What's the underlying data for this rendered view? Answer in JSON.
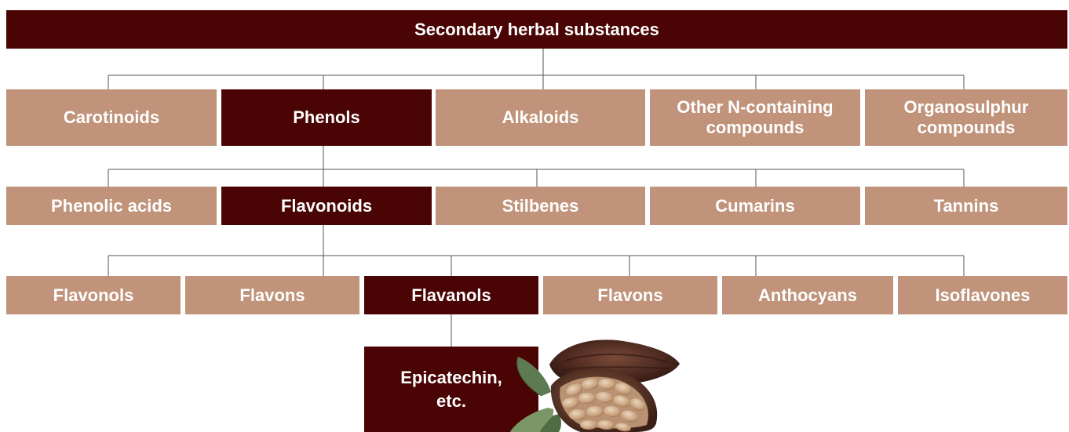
{
  "root": {
    "label": "Secondary herbal substances"
  },
  "level1": {
    "carotinoids": "Carotinoids",
    "phenols": "Phenols",
    "alkaloids": "Alkaloids",
    "other_n": "Other N-containing compounds",
    "organosulphur": "Organosulphur compounds"
  },
  "level2": {
    "phenolic_acids": "Phenolic acids",
    "flavonoids": "Flavonoids",
    "stilbenes": "Stilbenes",
    "cumarins": "Cumarins",
    "tannins": "Tannins"
  },
  "level3": {
    "flavonols": "Flavonols",
    "flavons_1": "Flavons",
    "flavanols": "Flavanols",
    "flavons_2": "Flavons",
    "anthocyans": "Anthocyans",
    "isoflavones": "Isoflavones"
  },
  "level4": {
    "epicatechin": "Epicatechin, etc."
  },
  "colors": {
    "highlight": "#4a0404",
    "normal": "#c0937a",
    "text": "#ffffff"
  }
}
